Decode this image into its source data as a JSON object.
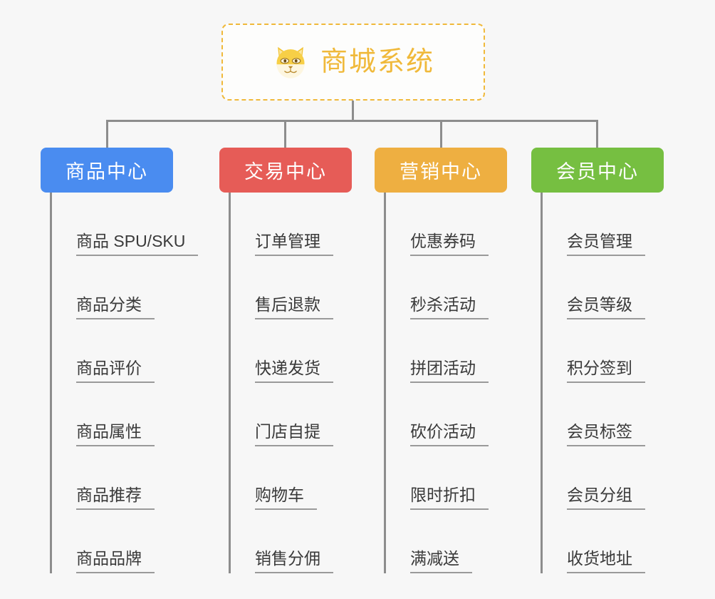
{
  "root": {
    "title": "商城系统",
    "icon": "shiba-inu-icon",
    "border_color": "#f0b93a",
    "text_color": "#f0b93a"
  },
  "canvas": {
    "background": "#f7f7f7",
    "connector_color": "#8d8d8d"
  },
  "branches": [
    {
      "title": "商品中心",
      "color": "#4a8cf0",
      "items": [
        "商品 SPU/SKU",
        "商品分类",
        "商品评价",
        "商品属性",
        "商品推荐",
        "商品品牌"
      ]
    },
    {
      "title": "交易中心",
      "color": "#e65c57",
      "items": [
        "订单管理",
        "售后退款",
        "快递发货",
        "门店自提",
        "购物车",
        "销售分佣"
      ]
    },
    {
      "title": "营销中心",
      "color": "#eeaf41",
      "items": [
        "优惠券码",
        "秒杀活动",
        "拼团活动",
        "砍价活动",
        "限时折扣",
        "满减送"
      ]
    },
    {
      "title": "会员中心",
      "color": "#76bf41",
      "items": [
        "会员管理",
        "会员等级",
        "积分签到",
        "会员标签",
        "会员分组",
        "收货地址"
      ]
    }
  ]
}
